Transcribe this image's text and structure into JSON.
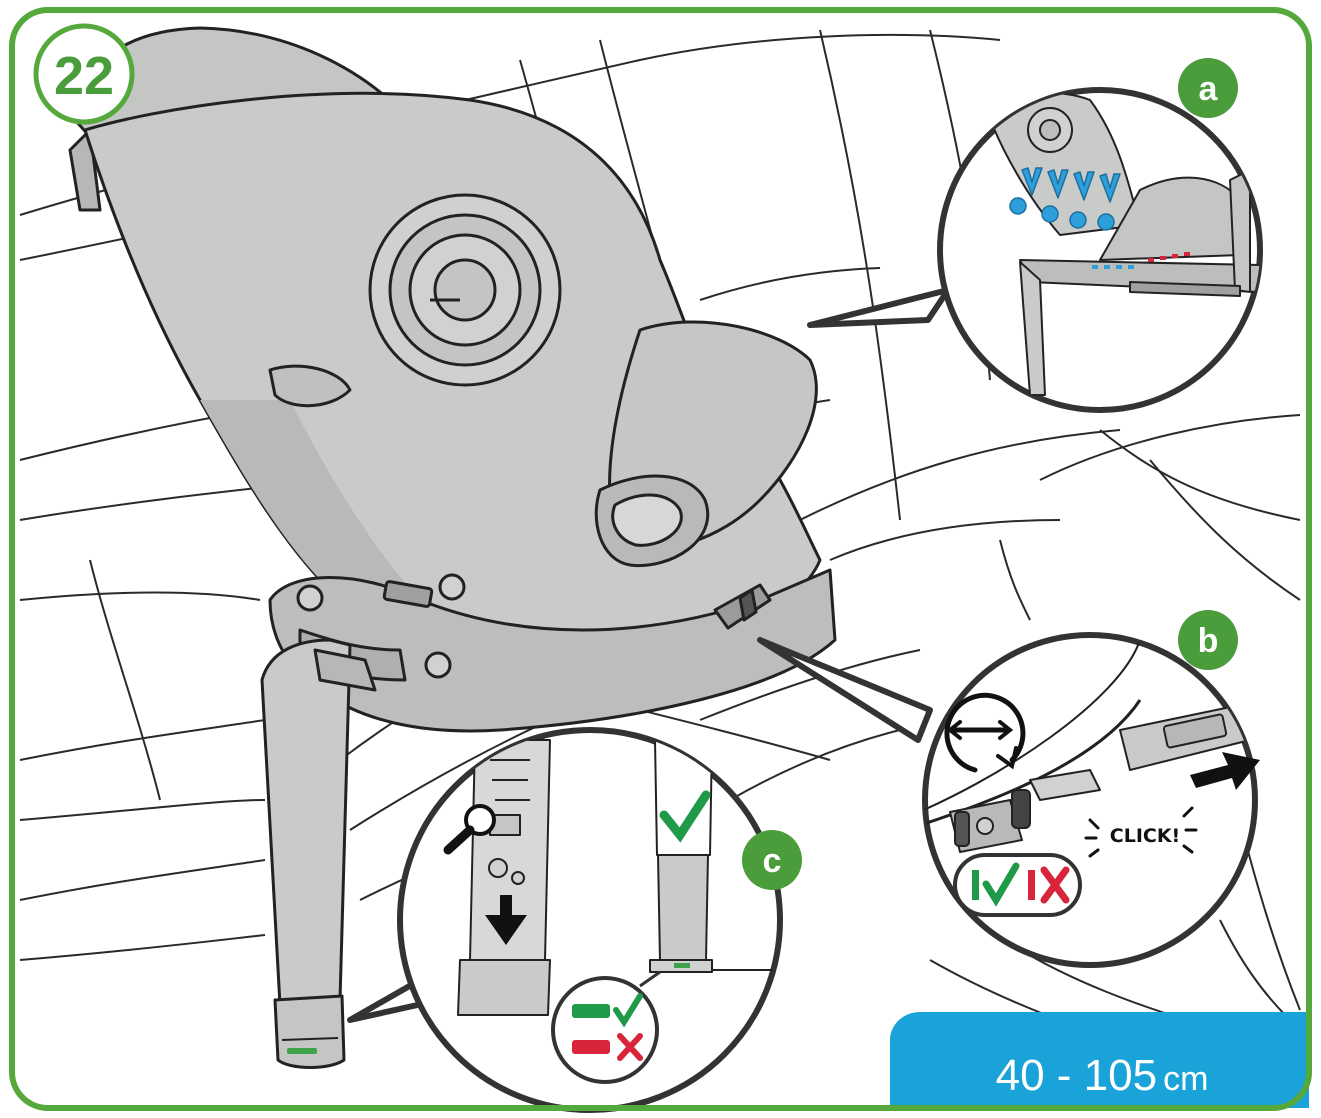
{
  "step": {
    "number": "22"
  },
  "callouts": [
    {
      "id": "a",
      "label": "a"
    },
    {
      "id": "b",
      "label": "b",
      "sound_text": "CLICK!"
    },
    {
      "id": "c",
      "label": "c"
    }
  ],
  "height_range": {
    "value": "40 - 105",
    "unit": "cm"
  },
  "colors": {
    "frame_green": "#55a83c",
    "badge_green": "#4a9d3a",
    "check_green": "#1f9a48",
    "cross_red": "#d8253c",
    "info_blue": "#1aa3d8",
    "arrow_blue": "#2f9fdc",
    "seat_fill": "#c9cbc8",
    "seat_shade": "#aeb1ad",
    "line": "#222222"
  },
  "icons": [
    "rotate-horizontal-icon",
    "arrow-right-icon",
    "arrow-down-icon",
    "press-button-icon",
    "checkmark-icon",
    "cross-icon",
    "pressure-arrows-icon"
  ]
}
